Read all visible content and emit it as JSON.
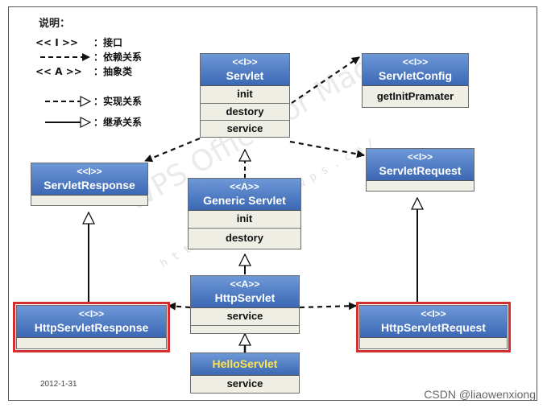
{
  "legend": {
    "title": "说明：",
    "items": [
      {
        "symbol": "<< I >>",
        "desc": "：接口"
      },
      {
        "symbol": "",
        "desc": "：依赖关系"
      },
      {
        "symbol": "<< A >>",
        "desc": "：抽象类"
      },
      {
        "symbol": "",
        "desc": "：实现关系"
      },
      {
        "symbol": "",
        "desc": "：继承关系"
      }
    ]
  },
  "nodes": {
    "servlet": {
      "stereotype": "<<I>>",
      "name": "Servlet",
      "methods": [
        "init",
        "destory",
        "service"
      ]
    },
    "servletConfig": {
      "stereotype": "<<I>>",
      "name": "ServletConfig",
      "methods": [
        "getInitPramater"
      ]
    },
    "servletResponse": {
      "stereotype": "<<I>>",
      "name": "ServletResponse"
    },
    "genericServlet": {
      "stereotype": "<<A>>",
      "name": "Generic Servlet",
      "methods": [
        "init",
        "destory"
      ]
    },
    "servletRequest": {
      "stereotype": "<<I>>",
      "name": "ServletRequest"
    },
    "httpServlet": {
      "stereotype": "<<A>>",
      "name": "HttpServlet",
      "methods": [
        "service"
      ]
    },
    "httpServletResponse": {
      "stereotype": "<<I>>",
      "name": "HttpServletResponse"
    },
    "httpServletRequest": {
      "stereotype": "<<I>>",
      "name": "HttpServletRequest"
    },
    "helloServlet": {
      "name": "HelloServlet",
      "methods": [
        "service"
      ]
    }
  },
  "edges": [
    {
      "from": "Servlet",
      "to": "ServletConfig",
      "kind": "dependency"
    },
    {
      "from": "Servlet",
      "to": "ServletResponse",
      "kind": "dependency"
    },
    {
      "from": "Servlet",
      "to": "ServletRequest",
      "kind": "dependency"
    },
    {
      "from": "GenericServlet",
      "to": "Servlet",
      "kind": "implementation"
    },
    {
      "from": "HttpServlet",
      "to": "GenericServlet",
      "kind": "inheritance"
    },
    {
      "from": "HelloServlet",
      "to": "HttpServlet",
      "kind": "inheritance"
    },
    {
      "from": "HttpServletResponse",
      "to": "ServletResponse",
      "kind": "inheritance"
    },
    {
      "from": "HttpServletRequest",
      "to": "ServletRequest",
      "kind": "inheritance"
    },
    {
      "from": "HttpServlet",
      "to": "HttpServletResponse",
      "kind": "dependency"
    },
    {
      "from": "HttpServlet",
      "to": "HttpServletRequest",
      "kind": "dependency"
    }
  ],
  "highlight_color": "#d32f2f",
  "header_color": "#4f7fc8",
  "watermark": {
    "text": "WPS Office for Mac",
    "url": "https://mac.wps.cn/"
  },
  "date": "2012-1-31",
  "credit": "CSDN @liaowenxiong"
}
